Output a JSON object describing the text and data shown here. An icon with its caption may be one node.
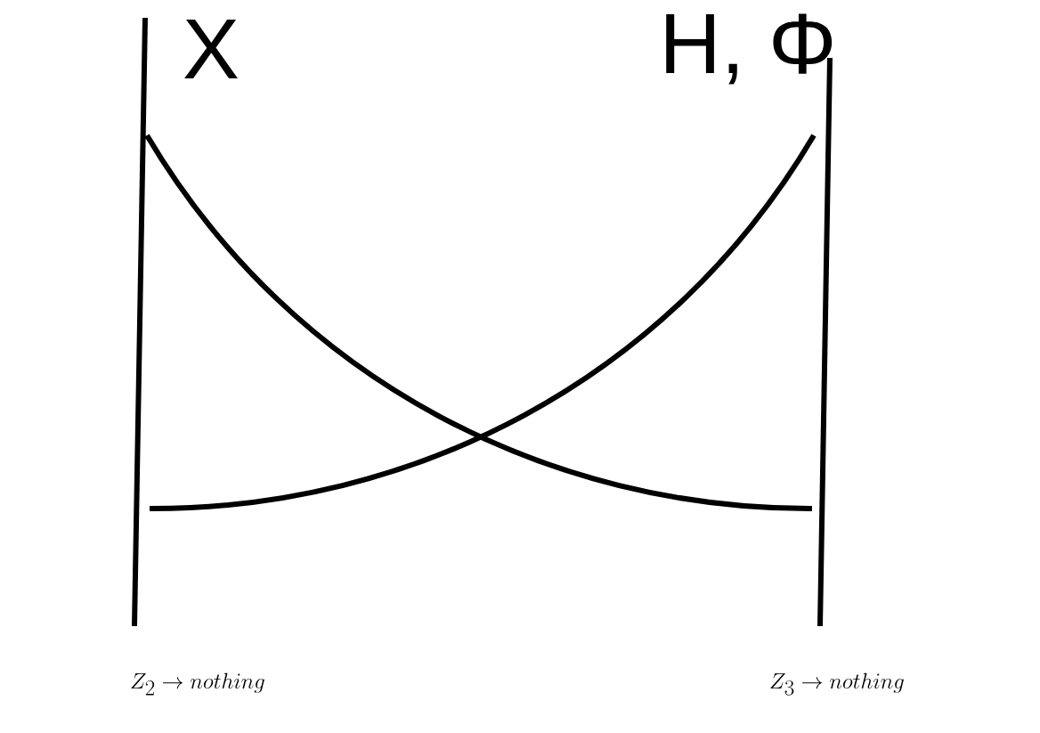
{
  "diagram": {
    "labels": [
      "X",
      "H, Φ",
      "Z_2 \\to nothing",
      "Z_3 \\to nothing"
    ]
  }
}
